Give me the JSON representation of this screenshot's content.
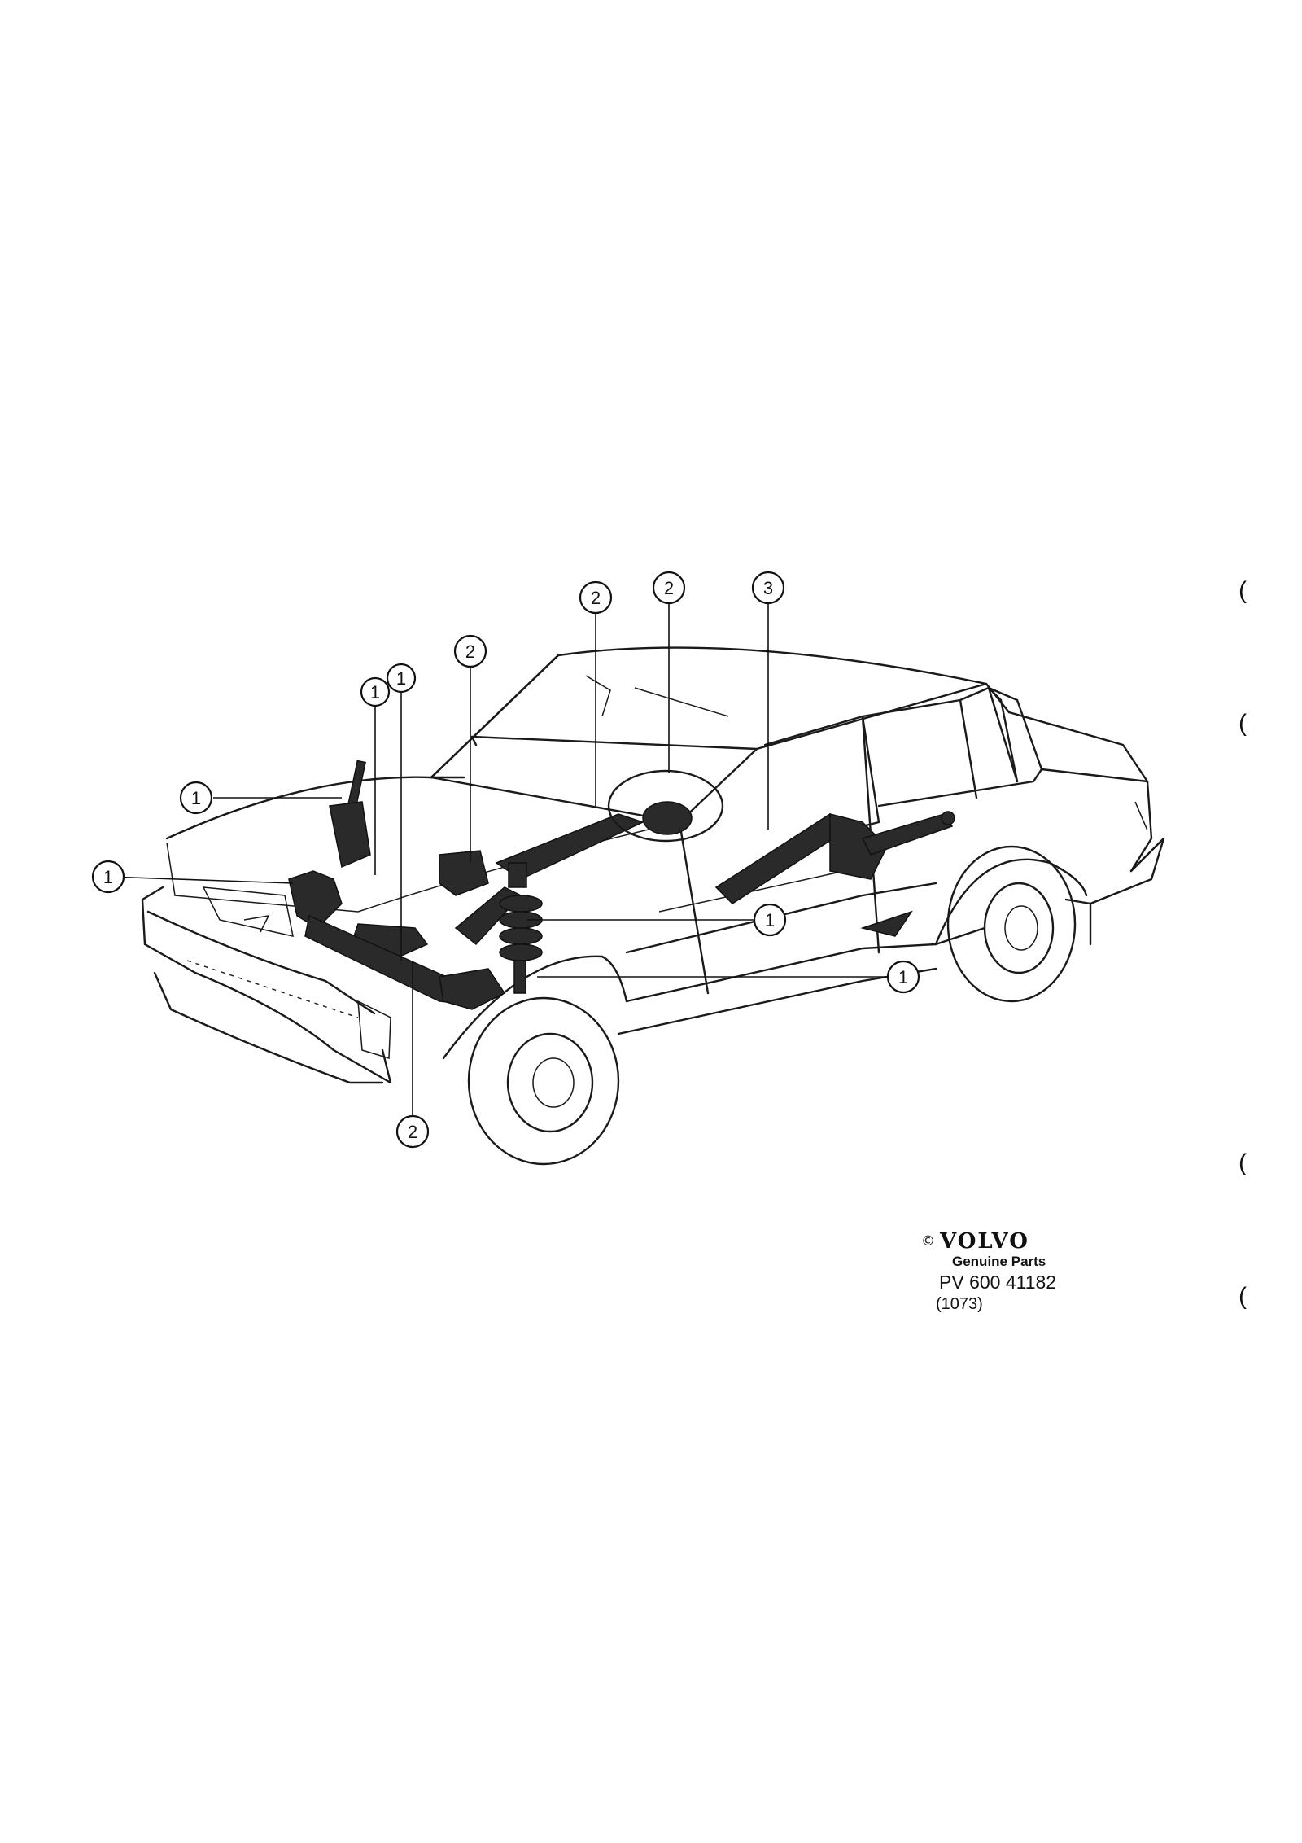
{
  "callouts": [
    {
      "id": "c-hood-strut",
      "label": "1"
    },
    {
      "id": "c-front-left",
      "label": "1"
    },
    {
      "id": "c-top-a",
      "label": "1"
    },
    {
      "id": "c-top-b",
      "label": "1"
    },
    {
      "id": "c-bracket",
      "label": "2"
    },
    {
      "id": "c-column",
      "label": "2"
    },
    {
      "id": "c-wheel",
      "label": "2"
    },
    {
      "id": "c-rear-axle",
      "label": "3"
    },
    {
      "id": "c-spring",
      "label": "1"
    },
    {
      "id": "c-shock",
      "label": "1"
    },
    {
      "id": "c-bottom",
      "label": "2"
    }
  ],
  "brand": {
    "copyright": "©",
    "logo": "VOLVO",
    "subtitle": "Genuine Parts",
    "part_number": "PV 600 41182",
    "revision": "(1073)"
  },
  "margin_marks": [
    "(",
    "(",
    "(",
    "("
  ]
}
